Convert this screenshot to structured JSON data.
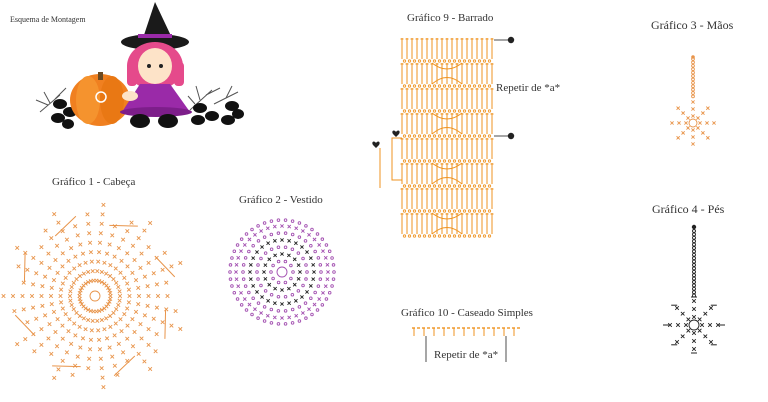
{
  "header": {
    "label": "Esquema de Montagem"
  },
  "charts": {
    "g1": {
      "title": "Gráfico 1 - Cabeça"
    },
    "g2": {
      "title": "Gráfico 2 - Vestido"
    },
    "g9": {
      "title": "Gráfico 9 - Barrado",
      "note": "Repetir de *a*"
    },
    "g3": {
      "title": "Gráfico 3 - Mãos"
    },
    "g4": {
      "title": "Gráfico 4 - Pés"
    },
    "g10": {
      "title": "Gráfico 10 - Caseado Simples",
      "note": "Repetir de *a*"
    }
  },
  "colors": {
    "orange": "#e8944a",
    "dark_orange": "#ef9320",
    "purple": "#a24fb0",
    "black": "#222222",
    "witch_hat": "#1a1a1a",
    "witch_dress": "#9a2aa8",
    "hair": "#e54a8b",
    "pumpkin": "#f08020"
  },
  "icons": [
    "witch-illustration",
    "pumpkin-icon",
    "leaf-icon",
    "twig-icon",
    "heart-icon"
  ]
}
